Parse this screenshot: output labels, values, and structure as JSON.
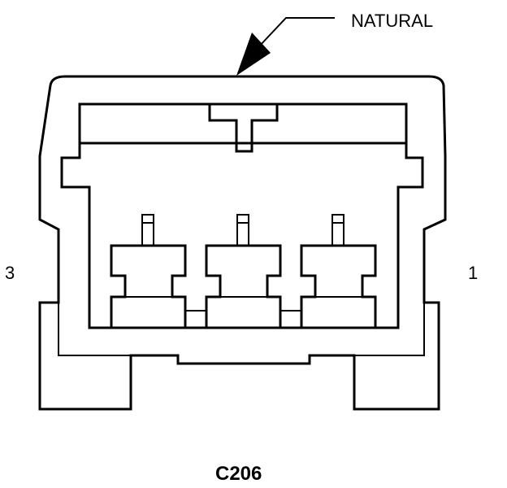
{
  "diagram": {
    "color_label": "NATURAL",
    "pin_left_label": "3",
    "pin_right_label": "1",
    "connector_id": "C206",
    "line_color": "#000000",
    "background_color": "#ffffff"
  }
}
